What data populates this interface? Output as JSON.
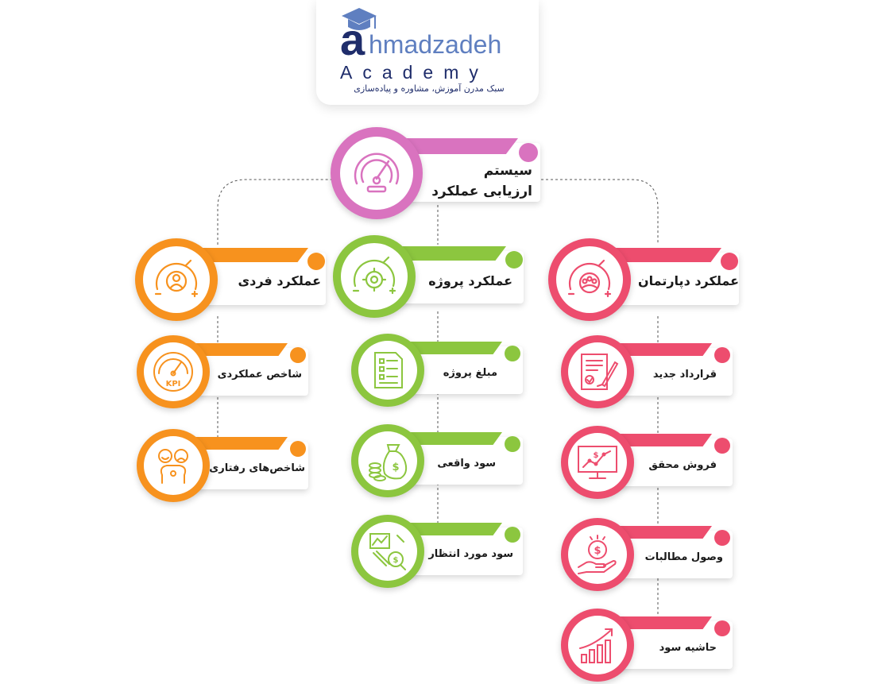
{
  "logo": {
    "letter_a": "a",
    "name_rest": "hmadzadeh",
    "academy": "Academy",
    "tagline": "سبک مدرن آموزش، مشاوره و پیاده‌سازی"
  },
  "colors": {
    "root": "#d973bf",
    "orange": "#f7921e",
    "green": "#8cc63f",
    "red": "#ed4d6e"
  },
  "root": {
    "label_line1": "سیستم",
    "label_line2": "ارزیابی عملکرد",
    "icon": "speedometer-icon"
  },
  "branches": {
    "individual": {
      "label": "عملکرد فردی",
      "icon": "user-gauge-icon",
      "items": [
        {
          "label": "شاخص عملکردی",
          "icon": "kpi-gauge-icon"
        },
        {
          "label": "شاخص‌های رفتاری",
          "icon": "emotions-head-icon"
        }
      ]
    },
    "project": {
      "label": "عملکرد پروژه",
      "icon": "gear-gauge-icon",
      "items": [
        {
          "label": "مبلغ پروژه",
          "icon": "invoice-icon"
        },
        {
          "label": "سود واقعی",
          "icon": "money-bag-icon"
        },
        {
          "label": "سود مورد انتظار",
          "icon": "analysis-icon"
        }
      ]
    },
    "department": {
      "label": "عملکرد دپارتمان",
      "icon": "team-gauge-icon",
      "items": [
        {
          "label": "قرارداد جدید",
          "icon": "contract-icon"
        },
        {
          "label": "فروش محقق",
          "icon": "sales-monitor-icon"
        },
        {
          "label": "وصول مطالبات",
          "icon": "coin-hand-icon"
        },
        {
          "label": "حاشیه سود",
          "icon": "growth-chart-icon"
        }
      ]
    }
  }
}
